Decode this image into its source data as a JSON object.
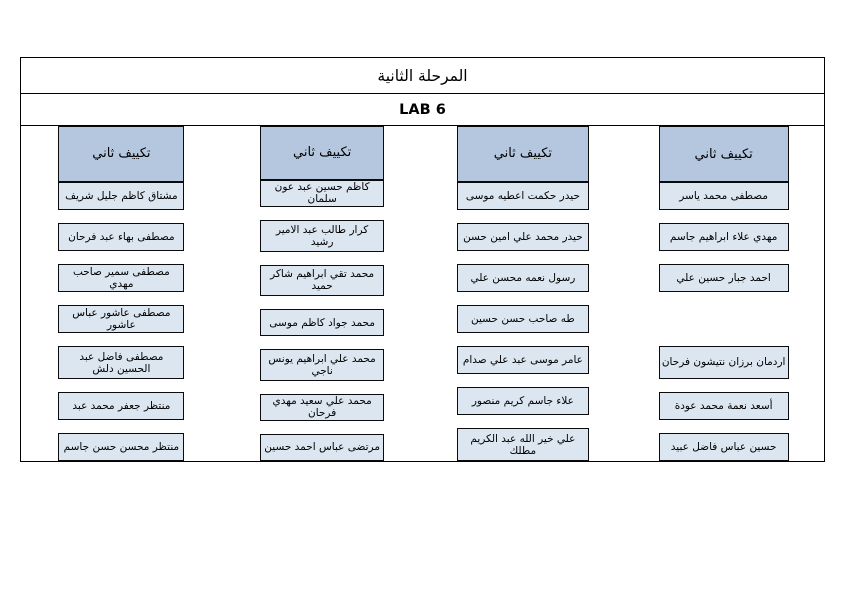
{
  "document": {
    "title": "المرحلة الثانية",
    "lab": "LAB 6"
  },
  "columns": [
    {
      "header": "تكييف ثاني",
      "names": [
        "مصطفى محمد ياسر",
        "مهدي علاء ابراهيم جاسم",
        "احمد جبار حسين علي",
        "",
        "اردمان برزان نتيشون فرحان",
        "أسعد نعمة محمد عودة",
        "حسين عباس فاضل عبيد"
      ]
    },
    {
      "header": "تكييف ثاني",
      "names": [
        "حيدر حكمت اعطيه موسى",
        "حيدر محمد علي امين حسن",
        "رسول نعمه محسن علي",
        "طه صاحب حسن حسين",
        "عامر موسى عبد علي صدام",
        "علاء جاسم كريم منصور",
        "علي خير الله عبد الكريم مطلك"
      ]
    },
    {
      "header": "تكييف ثاني",
      "names": [
        "كاظم حسين عبد عون سلمان",
        "كرار طالب عبد الامير رشيد",
        "محمد تقي ابراهيم شاكر حميد",
        "محمد جواد كاظم موسى",
        "محمد علي ابراهيم يونس ناجي",
        "محمد علي سعيد مهدي فرحان",
        "مرتضى عباس احمد حسين"
      ]
    },
    {
      "header": "تكييف ثاني",
      "names": [
        "مشتاق كاظم جليل شريف",
        "مصطفى بهاء عبد فرحان",
        "مصطفى سمير صاحب مهدي",
        "مصطفى عاشور عباس عاشور",
        "مصطفى فاضل عبد الحسين دلش",
        "منتظر جعفر محمد عبد",
        "منتظر محسن حسن جاسم"
      ]
    }
  ],
  "colors": {
    "header_fill": "#b4c7de",
    "cell_fill": "#dce6f1",
    "border": "#0b0b0b",
    "page_background": "#ffffff"
  }
}
